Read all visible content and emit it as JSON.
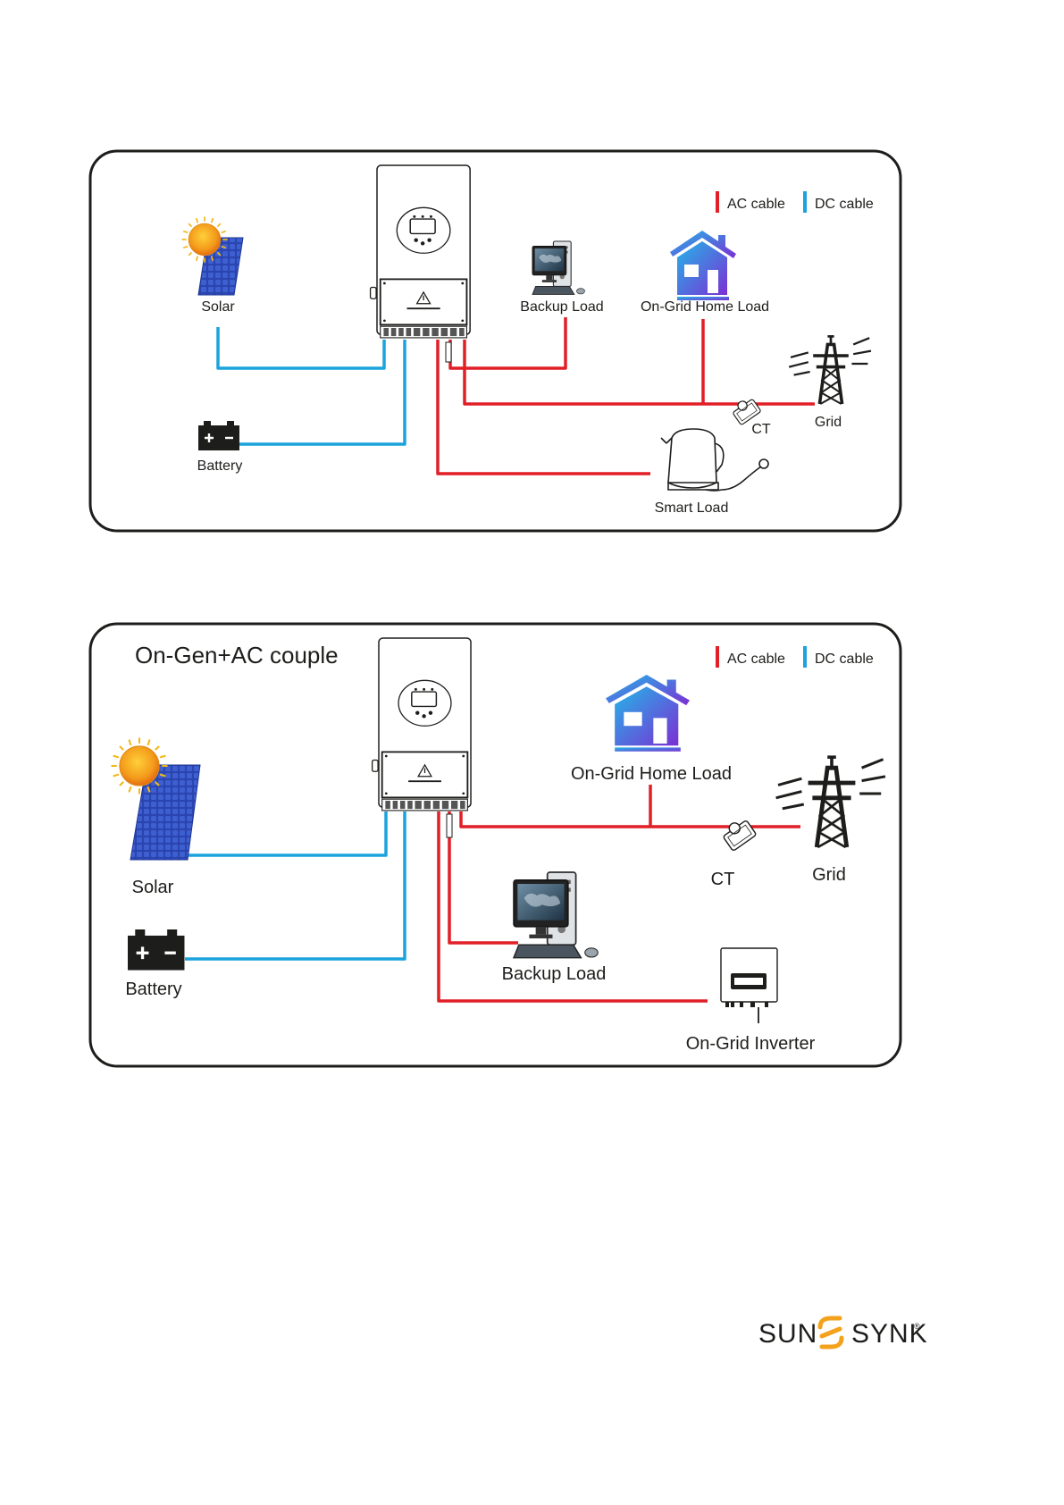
{
  "legend": {
    "ac": "AC cable",
    "dc": "DC cable"
  },
  "colors": {
    "ac": "#e11f26",
    "dc": "#1aa3dc",
    "frame": "#1d1d1b",
    "logo_accent": "#f4a11d"
  },
  "diagram1": {
    "title": "",
    "labels": {
      "solar": "Solar",
      "battery": "Battery",
      "backup_load": "Backup Load",
      "home_load": "On-Grid Home Load",
      "grid": "Grid",
      "ct": "CT",
      "smart_load": "Smart Load"
    }
  },
  "diagram2": {
    "title": "On-Gen+AC couple",
    "labels": {
      "solar": "Solar",
      "battery": "Battery",
      "backup_load": "Backup Load",
      "home_load": "On-Grid Home Load",
      "grid": "Grid",
      "ct": "CT",
      "ongrid_inverter": "On-Grid Inverter"
    }
  },
  "logo": {
    "left": "SUN",
    "right": "SYNK",
    "mark": "®"
  },
  "icons": [
    "sun-icon",
    "solar-panel-icon",
    "battery-icon",
    "inverter-icon",
    "computer-icon",
    "house-icon",
    "pylon-icon",
    "ct-clamp-icon",
    "kettle-icon",
    "ongrid-inverter-icon"
  ]
}
